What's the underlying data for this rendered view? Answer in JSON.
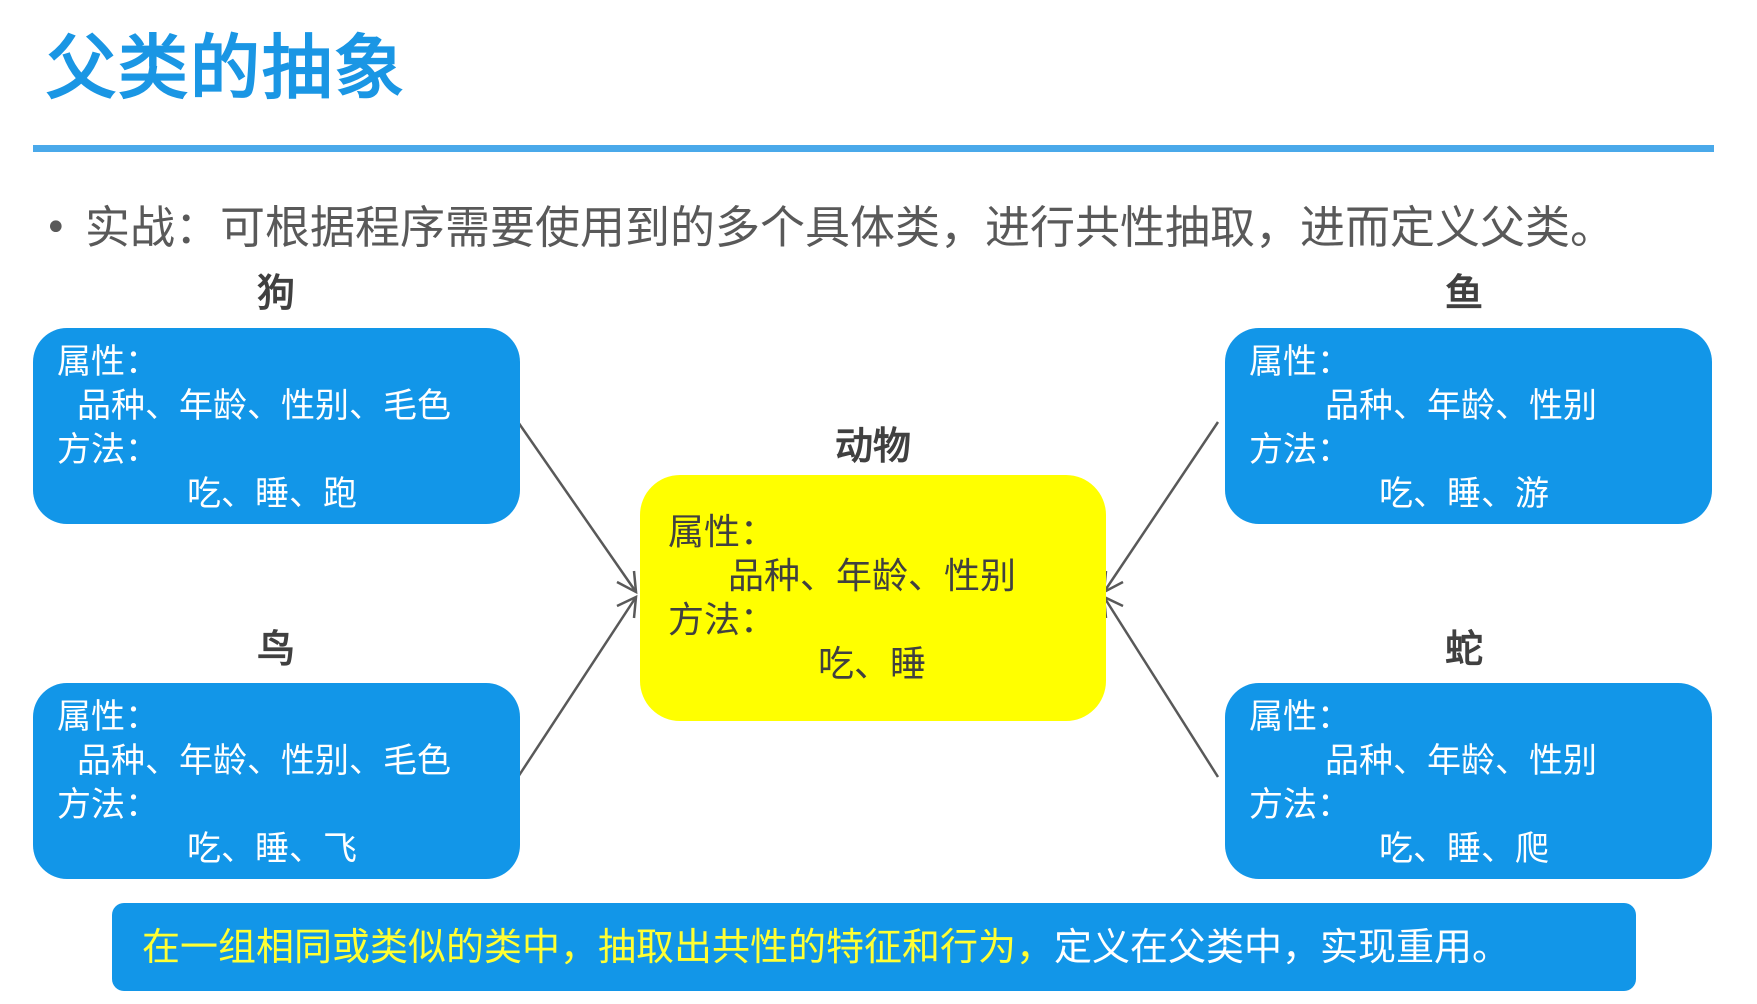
{
  "title": "父类的抽象",
  "bullet": "实战：可根据程序需要使用到的多个具体类，进行共性抽取，进而定义父类。",
  "parent": {
    "label": "动物",
    "attr_label": "属性：",
    "attrs": "品种、年龄、性别",
    "method_label": "方法：",
    "methods": "吃、睡"
  },
  "classes": {
    "dog": {
      "label": "狗",
      "attr_label": "属性：",
      "attrs": "品种、年龄、性别、毛色",
      "method_label": "方法：",
      "methods": "吃、睡、跑"
    },
    "bird": {
      "label": "鸟",
      "attr_label": "属性：",
      "attrs": "品种、年龄、性别、毛色",
      "method_label": "方法：",
      "methods": "吃、睡、飞"
    },
    "fish": {
      "label": "鱼",
      "attr_label": "属性：",
      "attrs": "品种、年龄、性别",
      "method_label": "方法：",
      "methods": "吃、睡、游"
    },
    "snake": {
      "label": "蛇",
      "attr_label": "属性：",
      "attrs": "品种、年龄、性别",
      "method_label": "方法：",
      "methods": "吃、睡、爬"
    }
  },
  "summary": {
    "highlight": "在一组相同或类似的类中，抽取出共性的特征和行为，",
    "rest": "定义在父类中，实现重用。"
  },
  "colors": {
    "title": "#1a96e4",
    "card": "#1296e8",
    "parent": "#ffff00",
    "highlight": "#ffff33"
  }
}
